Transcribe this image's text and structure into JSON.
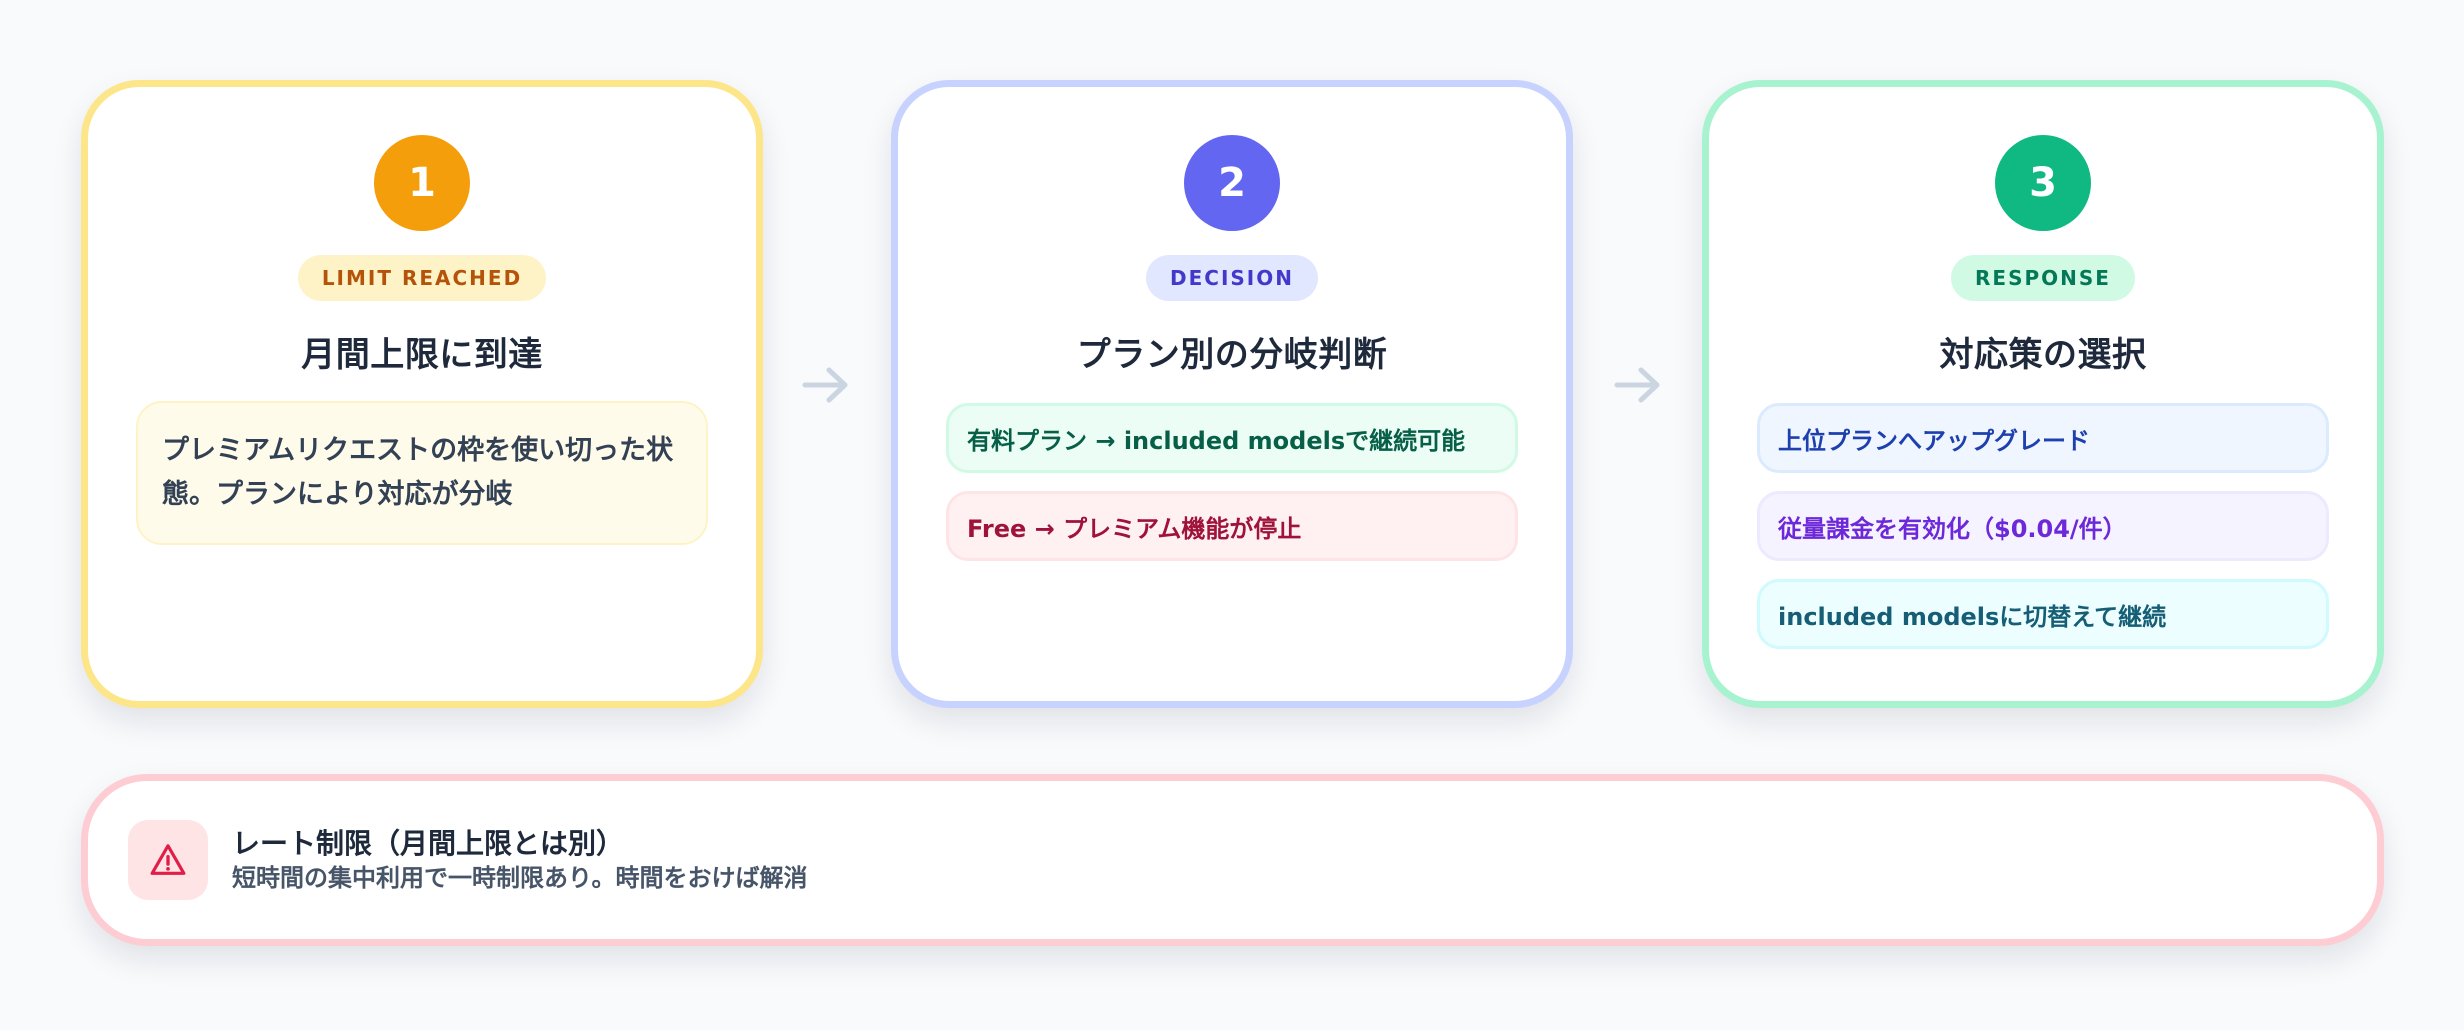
{
  "colors": {
    "background": "#f8fafc",
    "title_text": "#1e293b"
  },
  "steps": [
    {
      "number": "1",
      "badge": "LIMIT REACHED",
      "title": "月間上限に到達",
      "description": "プレミアムリクエストの枠を使い切った状態。プランにより対応が分岐",
      "accent": "#f59e0b",
      "border": "#fde68a",
      "badge_bg": "#fef3c7",
      "badge_fg": "#b45309"
    },
    {
      "number": "2",
      "badge": "DECISION",
      "title": "プラン別の分岐判断",
      "accent": "#6366f1",
      "border": "#c7d2fe",
      "badge_bg": "#e0e7ff",
      "badge_fg": "#4338ca",
      "items": [
        {
          "text": "有料プラン → included modelsで継続可能",
          "bg": "#ecfdf5",
          "border": "#d1fae5",
          "fg": "#065f46"
        },
        {
          "text": "Free → プレミアム機能が停止",
          "bg": "#fff1f2",
          "border": "#ffe4e6",
          "fg": "#9f1239"
        }
      ]
    },
    {
      "number": "3",
      "badge": "RESPONSE",
      "title": "対応策の選択",
      "accent": "#10b981",
      "border": "#a7f3d0",
      "badge_bg": "#d1fae5",
      "badge_fg": "#047857",
      "items": [
        {
          "text": "上位プランへアップグレード",
          "bg": "#eff6ff",
          "border": "#dbeafe",
          "fg": "#1e40af"
        },
        {
          "text": "従量課金を有効化（$0.04/件）",
          "bg": "#f5f3ff",
          "border": "#ede9fe",
          "fg": "#6d28d9"
        },
        {
          "text": "included modelsに切替えて継続",
          "bg": "#ecfeff",
          "border": "#cffafe",
          "fg": "#155e75"
        }
      ]
    }
  ],
  "connectors": [
    {
      "icon": "arrow-right-icon",
      "color": "#cbd5e1"
    },
    {
      "icon": "arrow-right-icon",
      "color": "#cbd5e1"
    }
  ],
  "rate_limit_note": {
    "icon": "warning-triangle-icon",
    "icon_color": "#e11d48",
    "icon_bg": "#ffe4e6",
    "border": "#fecdd3",
    "title": "レート制限（月間上限とは別）",
    "subtitle": "短時間の集中利用で一時制限あり。時間をおけば解消"
  }
}
